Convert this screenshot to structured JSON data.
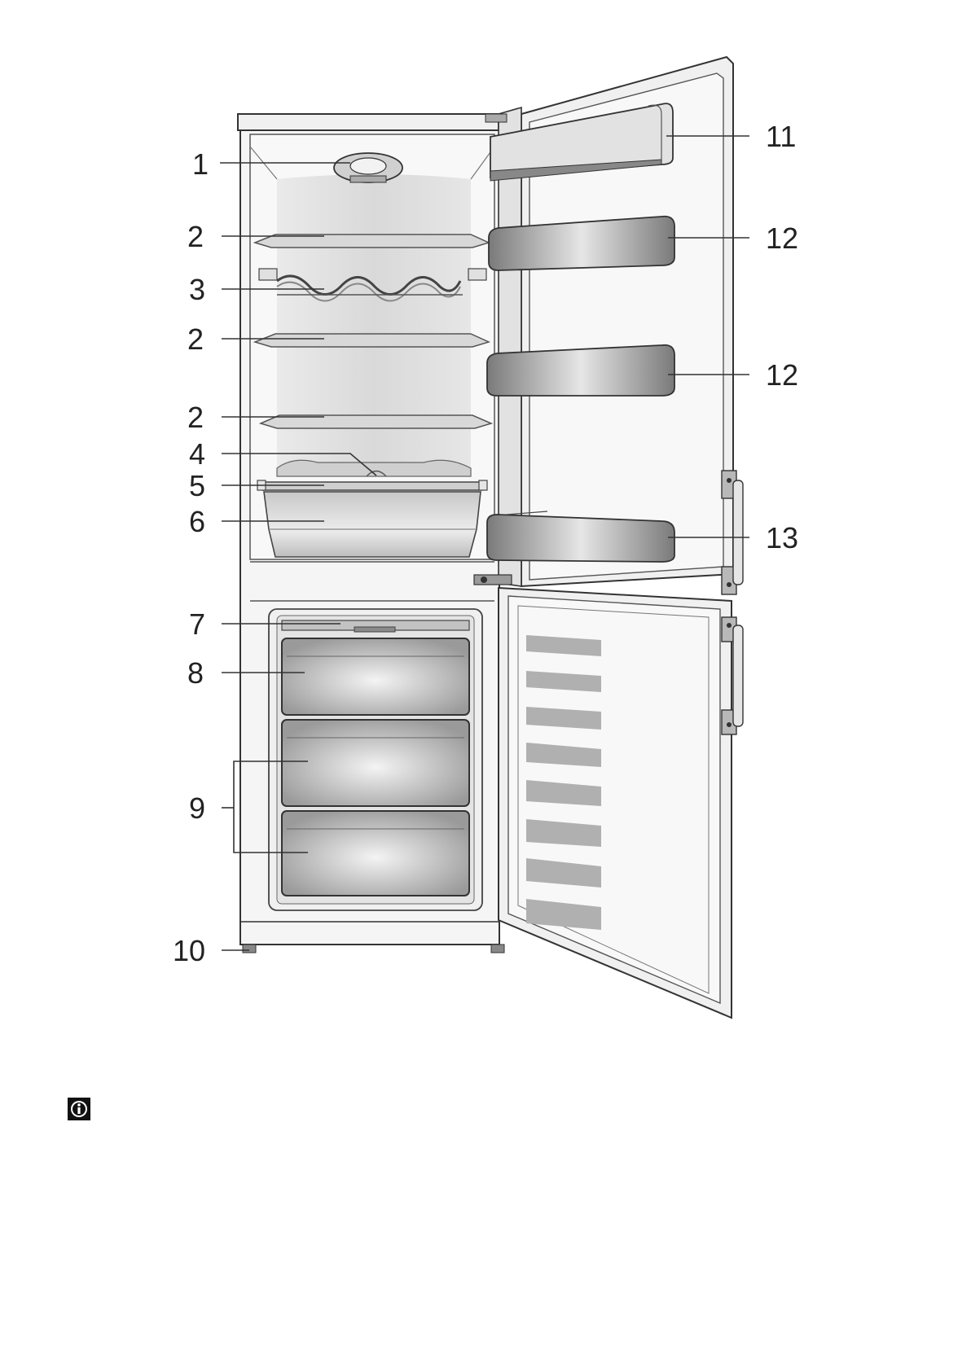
{
  "callouts": [
    {
      "id": "1",
      "label": "1"
    },
    {
      "id": "2a",
      "label": "2"
    },
    {
      "id": "3",
      "label": "3"
    },
    {
      "id": "2b",
      "label": "2"
    },
    {
      "id": "2c",
      "label": "2"
    },
    {
      "id": "4",
      "label": "4"
    },
    {
      "id": "5",
      "label": "5"
    },
    {
      "id": "6",
      "label": "6"
    },
    {
      "id": "7",
      "label": "7"
    },
    {
      "id": "8",
      "label": "8"
    },
    {
      "id": "9",
      "label": "9"
    },
    {
      "id": "10",
      "label": "10"
    },
    {
      "id": "11",
      "label": "11"
    },
    {
      "id": "12a",
      "label": "12"
    },
    {
      "id": "12b",
      "label": "12"
    },
    {
      "id": "13",
      "label": "13"
    }
  ],
  "icons": {
    "info": "info-icon"
  },
  "colors": {
    "outline": "#333333",
    "cabinet_fill": "#f4f4f4",
    "interior_fill": "#e2e2e2",
    "door_bin": "#8c8c8c",
    "drawer": "#b0b0b0"
  }
}
